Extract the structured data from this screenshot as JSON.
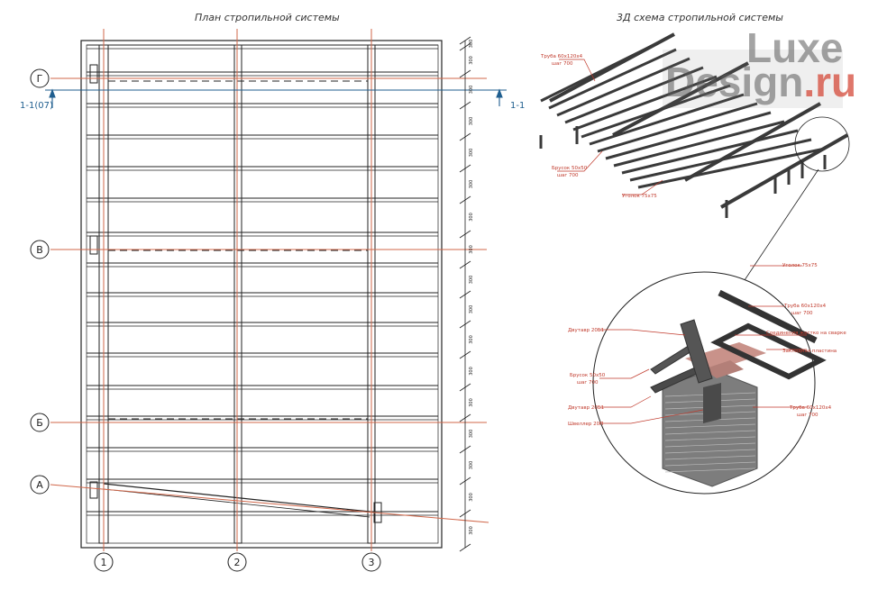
{
  "titles": {
    "plan": "План стропильной системы",
    "scheme3d": "3Д схема стропильной системы"
  },
  "axes": {
    "rows": [
      "Г",
      "В",
      "Б",
      "А"
    ],
    "columns": [
      "1",
      "2",
      "3"
    ]
  },
  "section": {
    "left": "1-1(07)",
    "right": "1-1"
  },
  "dimension_tick_label": "300",
  "callouts_3d": [
    {
      "line1": "Труба 60х120х4",
      "line2": "шаг 700"
    },
    {
      "line1": "Брусок 50х50",
      "line2": "шаг 700"
    },
    {
      "line1": "Уголок 75х75",
      "line2": ""
    }
  ],
  "callouts_detail": [
    {
      "line1": "Уголок 75х75",
      "line2": ""
    },
    {
      "line1": "Труба 60х120х4",
      "line2": "шаг 700"
    },
    {
      "line1": "Двутавр 20Б1",
      "line2": ""
    },
    {
      "line1": "Соединения жестко на сварке",
      "line2": ""
    },
    {
      "line1": "Закладная пластина",
      "line2": ""
    },
    {
      "line1": "Брусок 50х50",
      "line2": "шаг 700"
    },
    {
      "line1": "Двутавр 20Б1",
      "line2": ""
    },
    {
      "line1": "Труба 60х120х4",
      "line2": "шаг 700"
    },
    {
      "line1": "Швеллер 20П",
      "line2": ""
    }
  ],
  "watermark": {
    "line1": "Luxe",
    "line2": "Design",
    "suffix": ".ru"
  },
  "colors": {
    "line": "#222222",
    "axis": "#d0674a",
    "section": "#1f5e8f",
    "callout_text": "#c0392b",
    "watermark": "#7a7a7a",
    "watermark_accent": "#d44a3a"
  }
}
